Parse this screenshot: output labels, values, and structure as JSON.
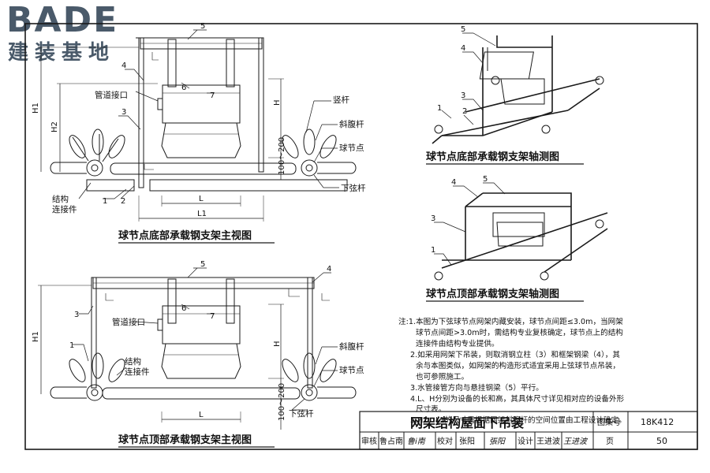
{
  "logo": {
    "latin": "BADE",
    "chinese": "建装基地"
  },
  "views": {
    "front_bottom": {
      "caption": "球节点底部承载钢支架主视图",
      "labels": {
        "pipe": "管道接口",
        "conn_1": "结构",
        "conn_2": "连接件",
        "vertical": "竖杆",
        "web": "斜腹杆",
        "ball": "球节点",
        "lower": "下弦杆",
        "dim_h1": "H1",
        "dim_h2": "H2",
        "dim_h": "H",
        "dim_range": "100～200",
        "dim_l": "L",
        "dim_l1": "L1",
        "n1": "1",
        "n2": "2",
        "n3": "3",
        "n4": "4",
        "n5": "5",
        "n6": "6",
        "n7": "7"
      }
    },
    "front_top": {
      "caption": "球节点顶部承载钢支架主视图",
      "labels": {
        "pipe": "管道接口",
        "conn_1": "结构",
        "conn_2": "连接件",
        "web": "斜腹杆",
        "ball": "球节点",
        "lower": "下弦杆",
        "dim_h1": "H1",
        "dim_h": "H",
        "dim_range": "100～200",
        "dim_l": "L",
        "n1": "1",
        "n3": "3",
        "n4": "4",
        "n5": "5",
        "n6": "6",
        "n7": "7"
      }
    },
    "iso_bottom": {
      "caption": "球节点底部承载钢支架轴测图",
      "labels": {
        "n1": "1",
        "n2": "2",
        "n3": "3",
        "n4": "4",
        "n5": "5"
      }
    },
    "iso_top": {
      "caption": "球节点顶部承载钢支架轴测图",
      "labels": {
        "n1": "1",
        "n3": "3",
        "n4": "4",
        "n5": "5"
      }
    }
  },
  "notes": {
    "l1": "注:1.本图为下弦球节点网架内藏安装，球节点间距≤3.0m，当网架",
    "l2": "球节点间距>3.0m时，需结构专业复核确定，球节点上的结构",
    "l3": "连接件由结构专业提供。",
    "l4": "2.如采用网架下吊装，则取消钢立柱（3）和框架钢梁（4），其",
    "l5": "余与本图类似，如网架的构造形式适宜采用上弦球节点吊装，",
    "l6": "也可参照施工。",
    "l7": "3.水管接管方向与悬挂钢梁（5）平行。",
    "l8": "4.L、H分别为设备的长和高，其具体尺寸详见相对应的设备外形",
    "l9": "尺寸表。",
    "l10": "5.H1、L1的尺寸需根据网架斜腹杆的空间位置由工程设计确定。"
  },
  "title_block": {
    "title": "网架结构屋面下吊装",
    "atlas_label": "图集号",
    "atlas_no": "18K412",
    "review_label": "审核",
    "reviewer": "鲁占南",
    "review_sign": "鲁i南",
    "check_label": "校对",
    "checker": "张阳",
    "check_sign": "張阳",
    "design_label": "设计",
    "designer": "王进波",
    "design_sign": "王进波",
    "page_label": "页",
    "page_no": "50"
  },
  "colors": {
    "line": "#1a1a1a",
    "logo": "#4a5a6a",
    "paper": "#ffffff"
  }
}
